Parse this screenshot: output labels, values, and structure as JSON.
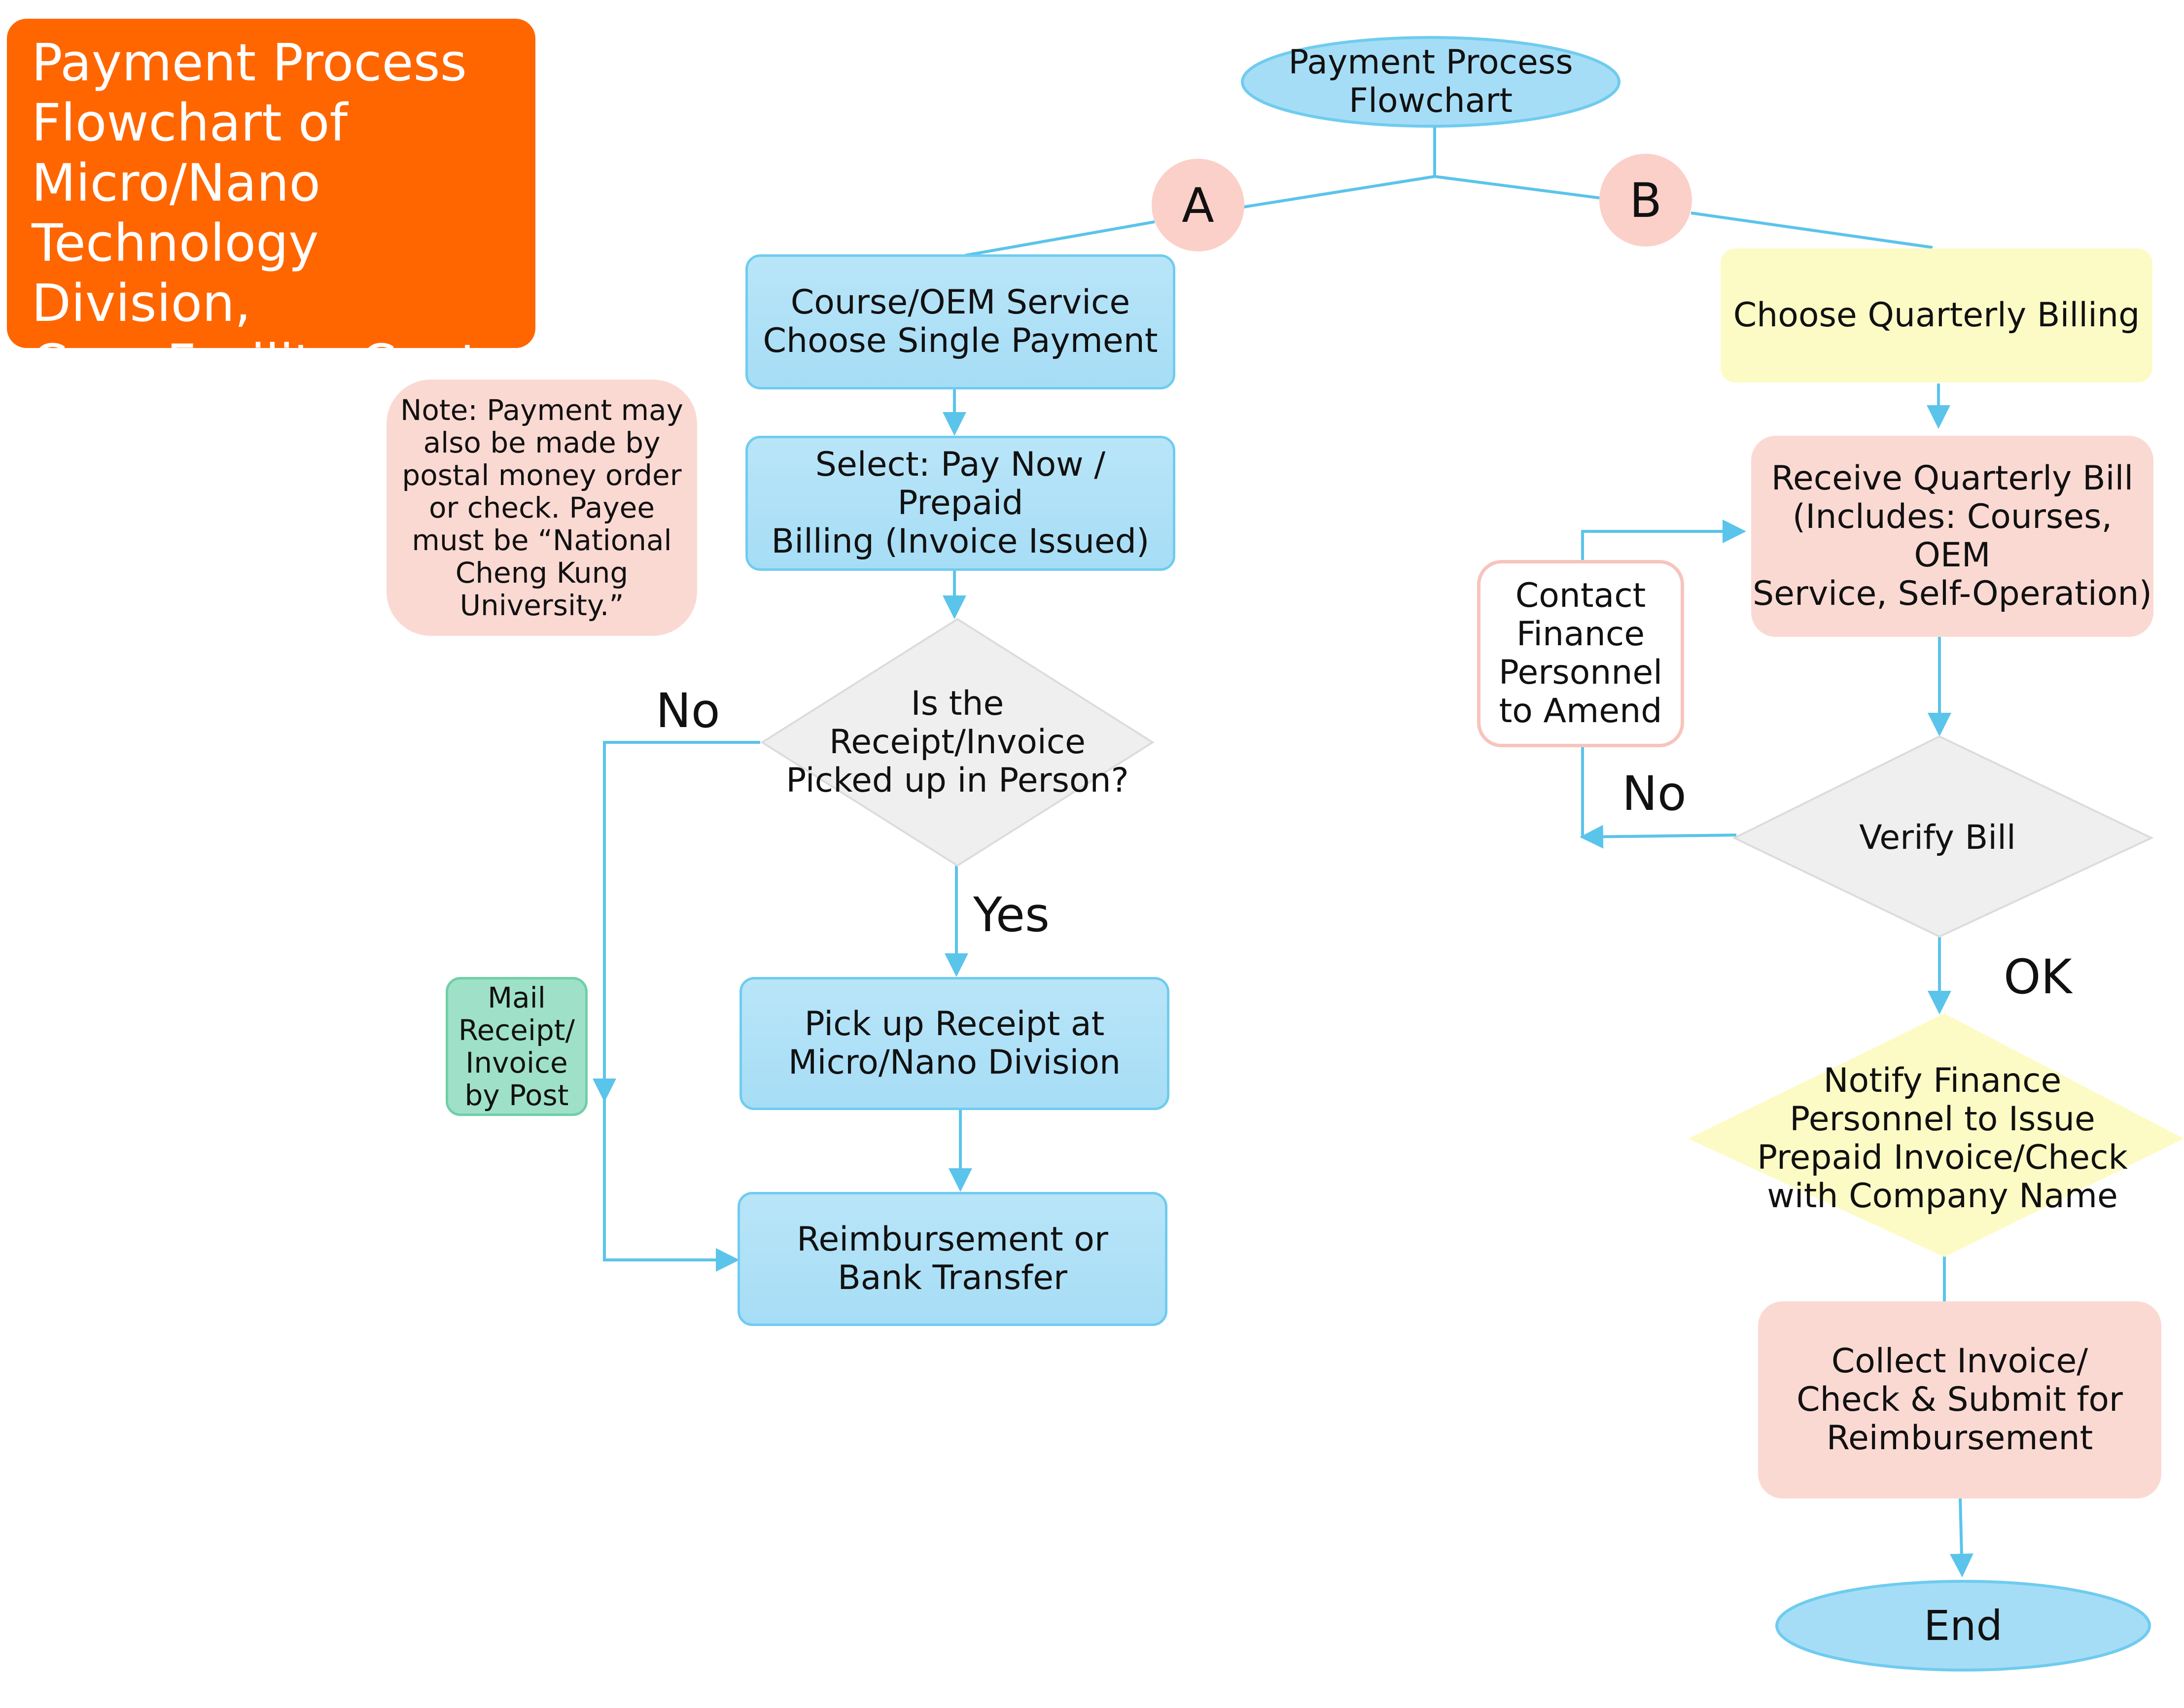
{
  "title": "Payment Process\nFlowchart of\nMicro/Nano\nTechnology Division,\nCore Facility Center",
  "note": "Note: Payment may\nalso be made by\npostal money order\nor check. Payee\nmust be  “National\nCheng Kung\nUniversity.”",
  "start_node": "Payment Process\nFlowchart",
  "branch_a": {
    "marker": "A",
    "step1": "Course/OEM Service\nChoose Single Payment",
    "step2": "Select: Pay Now / Prepaid\nBilling (Invoice Issued)",
    "decision": "Is the Receipt/Invoice\nPicked up in Person?",
    "no_label": "No",
    "yes_label": "Yes",
    "mail_box": "Mail\nReceipt/\nInvoice\nby Post",
    "pickup": "Pick up Receipt at\nMicro/Nano Division",
    "final": "Reimbursement or\nBank Transfer"
  },
  "branch_b": {
    "marker": "B",
    "step1": "Choose Quarterly Billing",
    "step2": "Receive Quarterly Bill\n(Includes: Courses, OEM\nService, Self-Operation)",
    "amend_box": "Contact\nFinance\nPersonnel\nto Amend",
    "decision": "Verify Bill",
    "no_label": "No",
    "ok_label": "OK",
    "notify": "Notify Finance\nPersonnel to Issue\nPrepaid Invoice/Check\nwith Company Name",
    "collect": "Collect Invoice/\nCheck & Submit for\nReimbursement",
    "end_node": "End"
  },
  "colors": {
    "title_bg": "#ff6600",
    "connector": "#5bc4ea",
    "process_blue": "#a6ddf6",
    "process_pink": "#fbd9d3",
    "process_yellow": "#fdfbc5",
    "mail_green": "#9ee1c8",
    "decision_gray": "#efefef",
    "marker_pink": "#fbd0c8"
  }
}
